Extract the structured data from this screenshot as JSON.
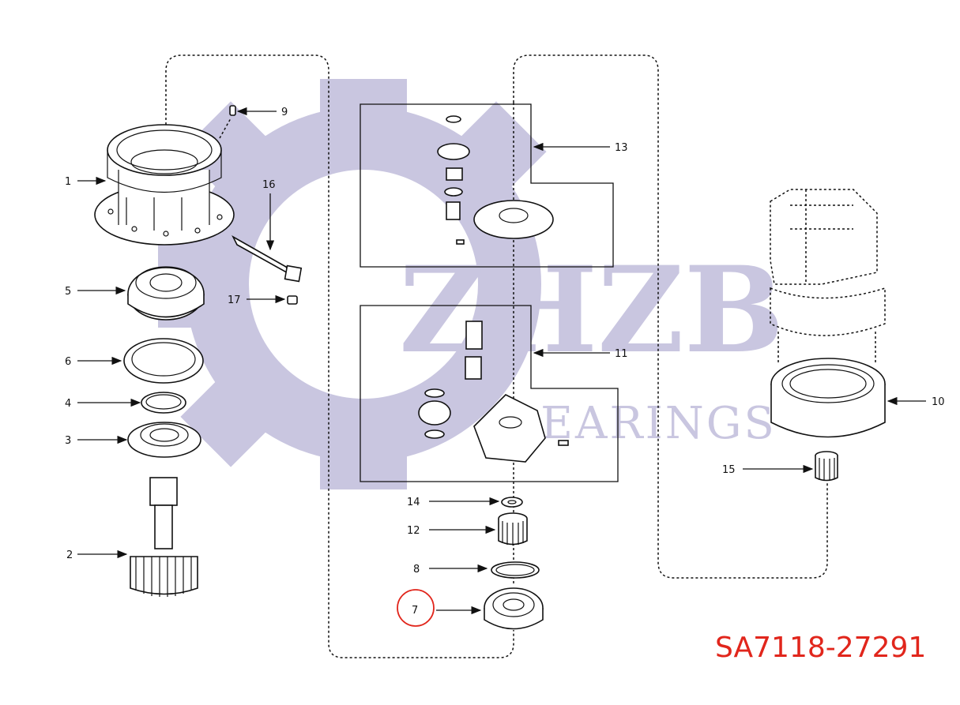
{
  "watermark": {
    "main": "ZHZB",
    "sub": "BEARINGS",
    "color": "#c9c6e0"
  },
  "part_number": {
    "text": "SA7118-27291",
    "color": "#e1261c"
  },
  "highlight": {
    "label": "7",
    "color": "#e1261c"
  },
  "callouts": [
    "1",
    "2",
    "3",
    "4",
    "5",
    "6",
    "8",
    "9",
    "10",
    "11",
    "12",
    "13",
    "14",
    "15",
    "16",
    "17"
  ]
}
